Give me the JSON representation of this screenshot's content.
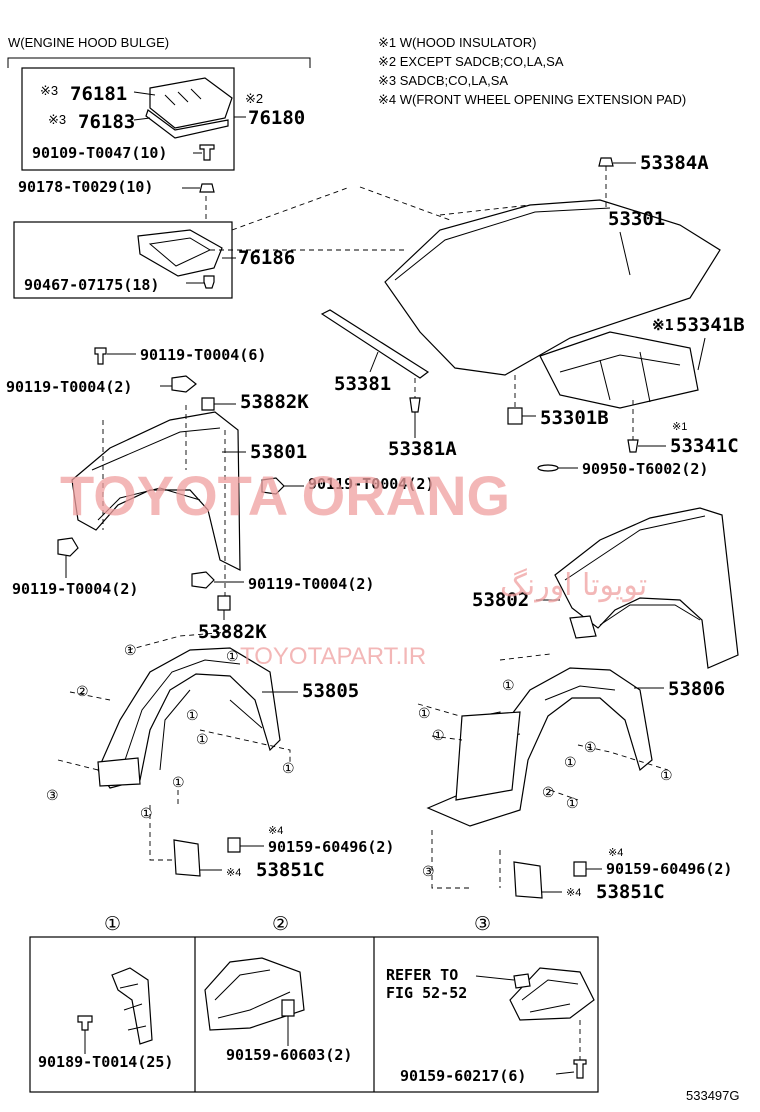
{
  "header": {
    "bulge_label": "W(ENGINE HOOD BULGE)",
    "notes": [
      "※1 W(HOOD INSULATOR)",
      "※2 EXCEPT SADCB;CO,LA,SA",
      "※3 SADCB;CO,LA,SA",
      "※4 W(FRONT WHEEL OPENING EXTENSION PAD)"
    ]
  },
  "watermark": {
    "main": "TOYOTA ORANG",
    "farsi": "تویوتا اورنگ",
    "url": "TOYOTAPART.IR"
  },
  "parts": {
    "p76181": "76181",
    "p76183": "76183",
    "p76180": "76180",
    "p90109": "90109-T0047(10)",
    "p90178": "90178-T0029(10)",
    "p76186": "76186",
    "p90467": "90467-07175(18)",
    "p53384A": "53384A",
    "p53301": "53301",
    "p53341B": "53341B",
    "p53381": "53381",
    "p53381A": "53381A",
    "p53301B": "53301B",
    "p53341C": "53341C",
    "p90950": "90950-T6002(2)",
    "p90119a": "90119-T0004(6)",
    "p90119b": "90119-T0004(2)",
    "p53882K_top": "53882K",
    "p53801": "53801",
    "p90119c": "90119-T0004(2)",
    "p90119d": "90119-T0004(2)",
    "p90119e": "90119-T0004(2)",
    "p53882K_bot": "53882K",
    "p53802": "53802",
    "p53805": "53805",
    "p53806": "53806",
    "p90159_l": "90159-60496(2)",
    "p53851C_l": "53851C",
    "p90159_r": "90159-60496(2)",
    "p53851C_r": "53851C",
    "p90189": "90189-T0014(25)",
    "p90159_603": "90159-60603(2)",
    "p90159_217": "90159-60217(6)"
  },
  "marks": {
    "m1": "※1",
    "m2": "※2",
    "m3": "※3",
    "m4": "※4",
    "c1": "①",
    "c2": "②",
    "c3": "③"
  },
  "callouts": {
    "refer_line1": "REFER TO",
    "refer_line2": "FIG 52-52"
  },
  "figure_id": "533497G"
}
